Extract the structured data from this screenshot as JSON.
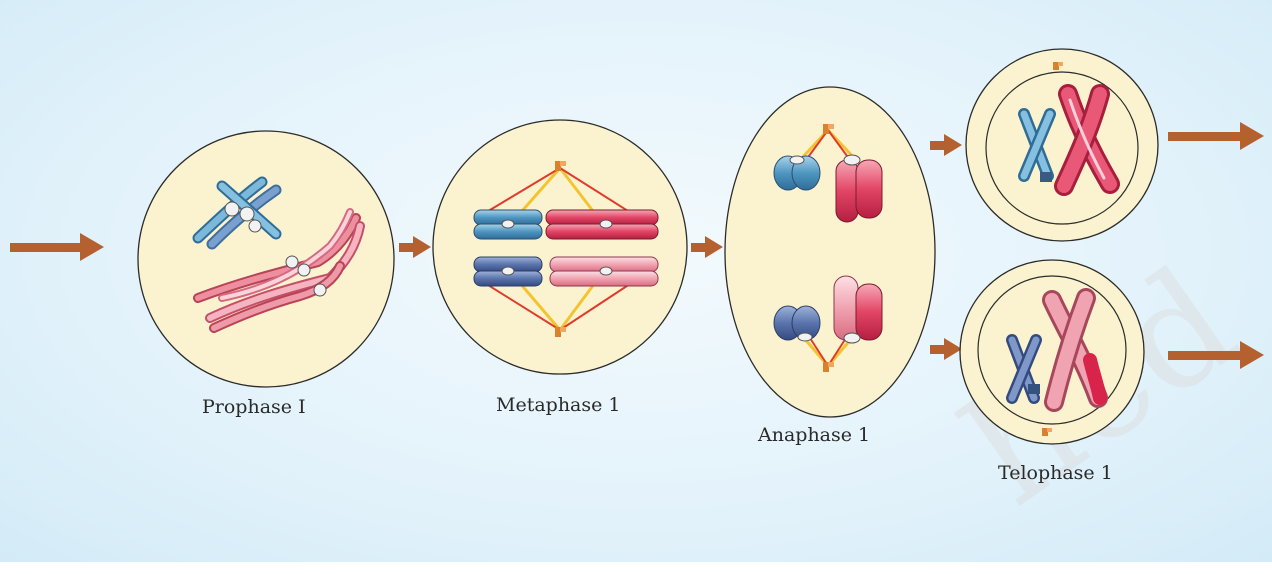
{
  "labels": {
    "prophase": "Prophase I",
    "metaphase": "Metaphase 1",
    "anaphase": "Anaphase 1",
    "telophase": "Telophase 1"
  },
  "watermark": "hed",
  "colors": {
    "cell_fill": "#fbf3d0",
    "cell_stroke": "#2b2b2b",
    "arrow": "#b5602f",
    "chrom_blue": "#5a9fc4",
    "chrom_blue_dark": "#3f6f9e",
    "chrom_pink": "#e3516f",
    "chrom_light_pink": "#ef9aa8",
    "spindle_red": "#e03b2b",
    "spindle_yellow": "#f4c430",
    "centriole": "#d9822b"
  }
}
